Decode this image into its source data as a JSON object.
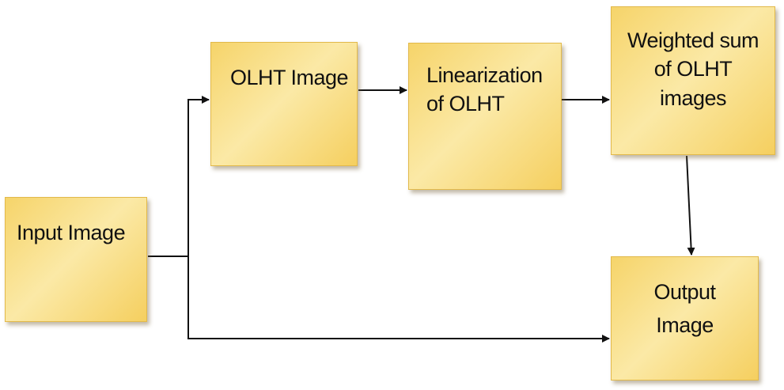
{
  "nodes": {
    "input": [
      "Input Image"
    ],
    "olht": [
      "OLHT Image"
    ],
    "linearization": [
      "Linearization",
      "of OLHT"
    ],
    "weighted_sum": [
      "Weighted sum",
      "of OLHT",
      "images"
    ],
    "output": [
      "Output",
      "Image"
    ]
  },
  "edges": [
    {
      "from": "input",
      "to": "olht"
    },
    {
      "from": "olht",
      "to": "linearization"
    },
    {
      "from": "linearization",
      "to": "weighted_sum"
    },
    {
      "from": "weighted_sum",
      "to": "output"
    },
    {
      "from": "input",
      "to": "output"
    }
  ],
  "colors": {
    "box_fill": "#f6d46a",
    "box_highlight": "#fbe9a6",
    "arrow": "#111111"
  }
}
